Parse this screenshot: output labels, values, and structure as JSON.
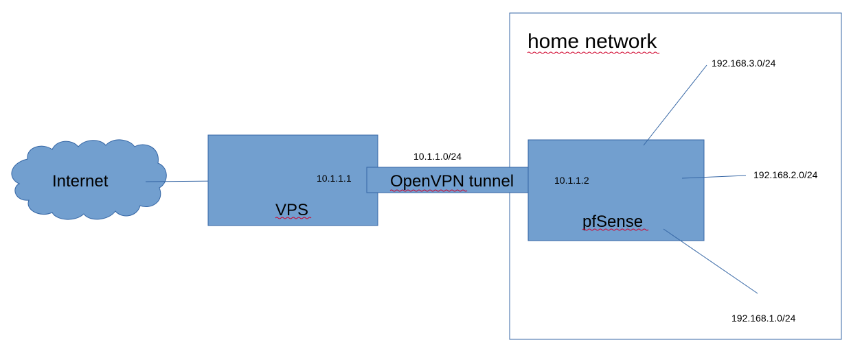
{
  "diagram": {
    "home_network_label": "home network",
    "cloud_label": "Internet",
    "vps_label": "VPS",
    "tunnel_label": "OpenVPN tunnel",
    "tunnel_subnet": "10.1.1.0/24",
    "vps_ip": "10.1.1.1",
    "pfsense_ip": "10.1.1.2",
    "pfsense_label": "pfSense",
    "lan3_subnet": "192.168.3.0/24",
    "lan2_subnet": "192.168.2.0/24",
    "lan1_subnet": "192.168.1.0/24"
  },
  "colors": {
    "box_fill": "#729fcf",
    "box_stroke": "#3465a4",
    "line": "#3465a4",
    "spellcheck": "#d0002a"
  }
}
